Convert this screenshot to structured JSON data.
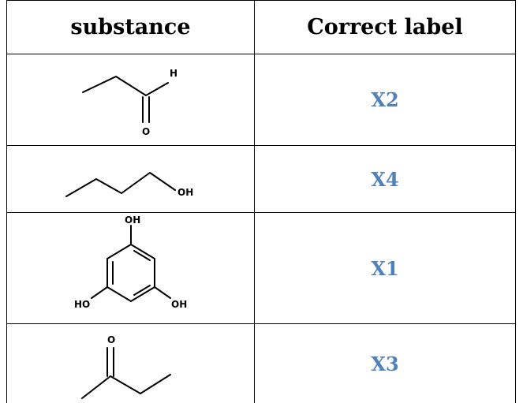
{
  "table": {
    "headers": {
      "substance": "substance",
      "label": "Correct label"
    },
    "rows": [
      {
        "structure": "propanal",
        "atoms": {
          "h": "H",
          "o": "O"
        },
        "label": "X2"
      },
      {
        "structure": "butanol",
        "atoms": {
          "oh": "OH"
        },
        "label": "X4"
      },
      {
        "structure": "phloroglucinol",
        "atoms": {
          "oh_top": "OH",
          "ho_left": "HO",
          "oh_right": "OH"
        },
        "label": "X1"
      },
      {
        "structure": "butanone",
        "atoms": {
          "o": "O"
        },
        "label": "X3"
      }
    ]
  },
  "colors": {
    "label": "#4f81bd",
    "border": "#000000"
  }
}
